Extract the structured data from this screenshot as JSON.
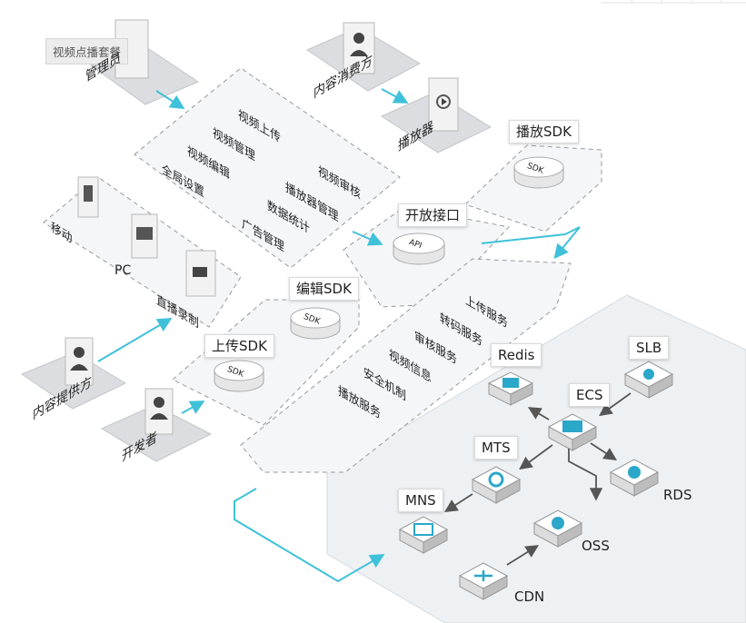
{
  "package_title": "视频点播套餐",
  "actors": {
    "admin": "管理员",
    "consumer": "内容消费方",
    "player": "播放器",
    "provider": "内容提供方",
    "developer": "开发者"
  },
  "clients": {
    "mobile": "移动",
    "pc": "PC",
    "live": "直播录制"
  },
  "console_left": [
    "视频上传",
    "视频管理",
    "视频编辑",
    "全局设置"
  ],
  "console_right": [
    "视频审核",
    "播放器管理",
    "数据统计",
    "广告管理"
  ],
  "sdks": {
    "player_sdk": "播放SDK",
    "open_api": "开放接口",
    "edit_sdk": "编辑SDK",
    "upload_sdk": "上传SDK",
    "disk_sdk": "SDK",
    "disk_api": "API"
  },
  "services": [
    "上传服务",
    "转码服务",
    "审核服务",
    "视频信息",
    "安全机制",
    "播放服务"
  ],
  "cloud": {
    "redis": "Redis",
    "slb": "SLB",
    "ecs": "ECS",
    "mts": "MTS",
    "rds": "RDS",
    "mns": "MNS",
    "oss": "OSS",
    "cdn": "CDN"
  },
  "colors": {
    "accent": "#3fc1d9",
    "arrow": "#555555",
    "platform": "#eef1f4",
    "tile": "#2aa7c9"
  }
}
